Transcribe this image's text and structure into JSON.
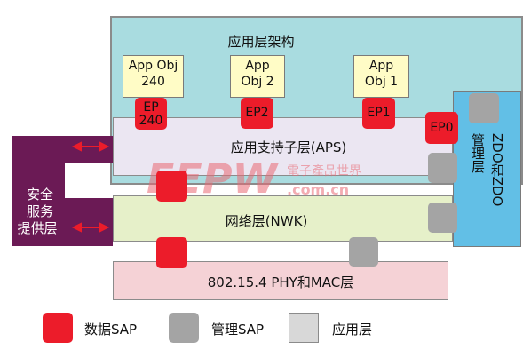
{
  "diagram": {
    "app_framework_label": "应用层架构",
    "objects": [
      {
        "line1": "App Obj",
        "line2": "240"
      },
      {
        "line1": "App",
        "line2": "Obj 2"
      },
      {
        "line1": "App",
        "line2": "Obj 1"
      }
    ],
    "endpoints": [
      "EP\n240",
      "EP2",
      "EP1",
      "EP0"
    ],
    "ep240_line1": "EP",
    "ep240_line2": "240",
    "aps_label": "应用支持子层(APS)",
    "nwk_label": "网络层(NWK)",
    "phy_label": "802.15.4 PHY和MAC层",
    "zdo_label": "ZDO和ZDO管理层",
    "security_label": [
      "安全",
      "服务",
      "提供层"
    ]
  },
  "legend": {
    "data_sap": "数据SAP",
    "mgmt_sap": "管理SAP",
    "app_layer": "应用层"
  },
  "watermark": {
    "brand": "EEPW",
    "cn": "電子產品世界",
    "domain": ".com.cn"
  },
  "colors": {
    "data_sap": "#ec1c2a",
    "mgmt_sap": "#a4a4a4",
    "app_frame": "#a9dce0",
    "security": "#6b1a55"
  }
}
